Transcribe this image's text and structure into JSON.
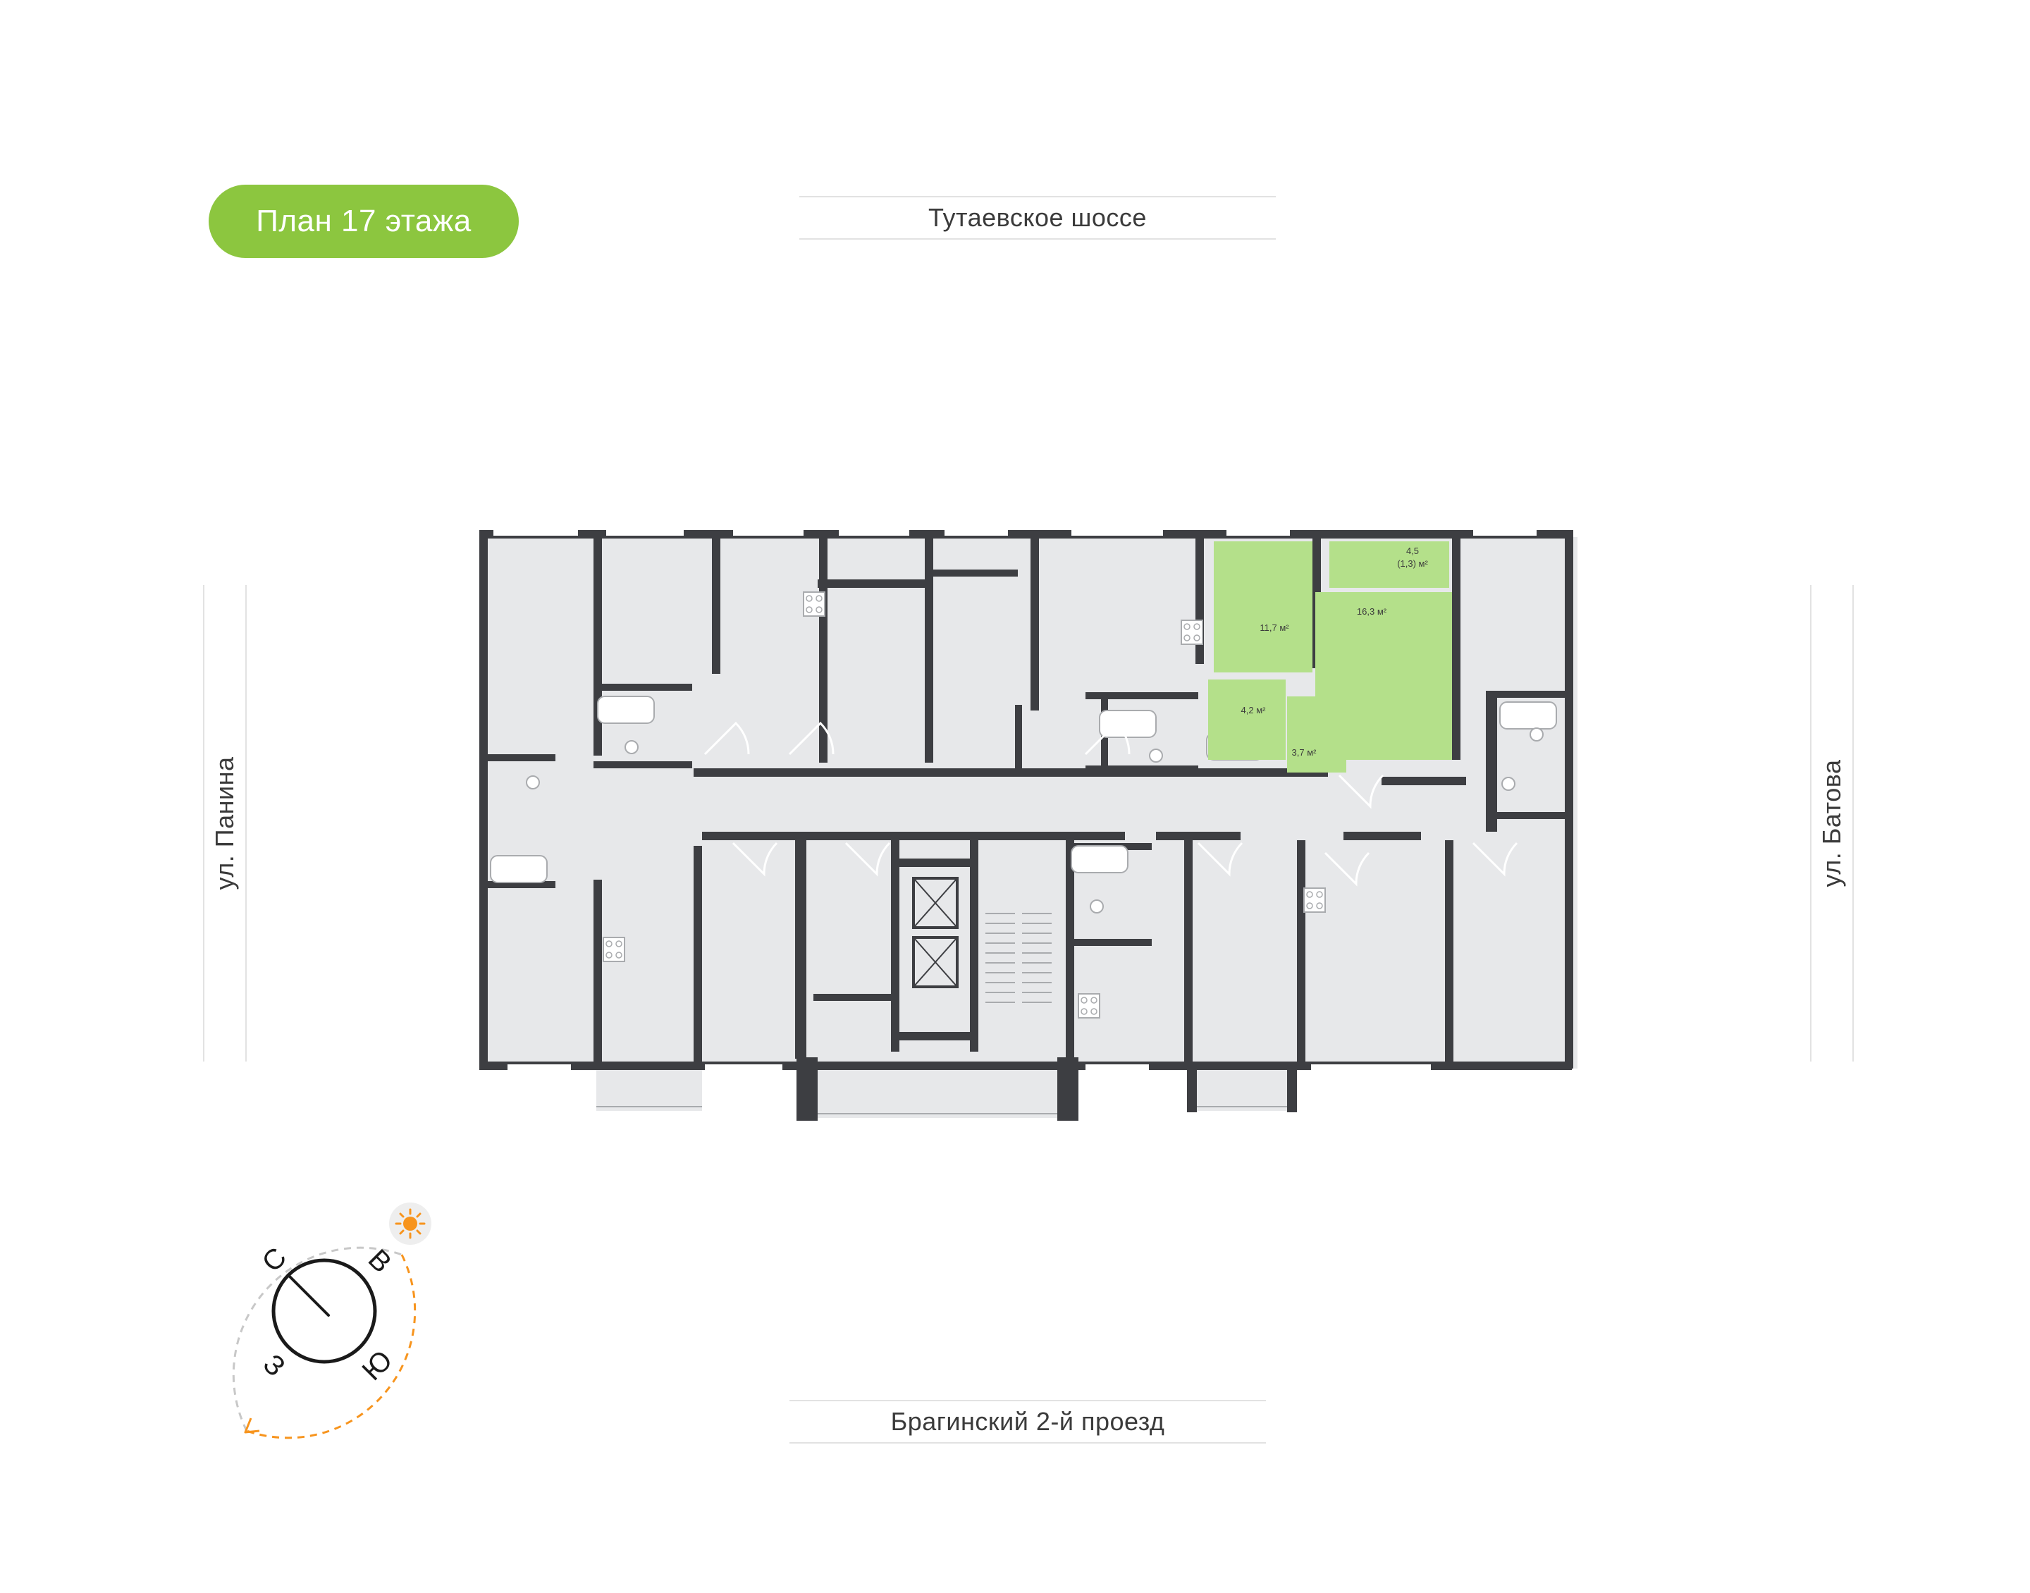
{
  "floor_badge": {
    "label": "План 17 этажа",
    "color": "#8cc63f"
  },
  "streets": {
    "top": "Тутаевское шоссе",
    "bottom": "Брагинский 2-й проезд",
    "left": "ул. Панина",
    "right": "ул. Батова"
  },
  "colors": {
    "wall": "#3d3e42",
    "room_fill": "#e7e8ea",
    "highlight_fill": "#b4e08a",
    "highlight_stroke": "#8cc63f",
    "fixture": "#a9abae",
    "sun": "#f7941d",
    "compass_arrow": "#f7941d"
  },
  "highlighted_apartment": {
    "rooms": [
      {
        "area": "11,7 м²"
      },
      {
        "area": "16,3 м²"
      },
      {
        "area": "4,2 м²"
      },
      {
        "area": "3,7 м²"
      }
    ],
    "balcony": {
      "area": "4,5",
      "area_reduced": "(1,3) м²"
    }
  },
  "compass": {
    "north": "С",
    "east": "В",
    "south": "Ю",
    "west": "З",
    "sun_icon": "sun-icon"
  }
}
